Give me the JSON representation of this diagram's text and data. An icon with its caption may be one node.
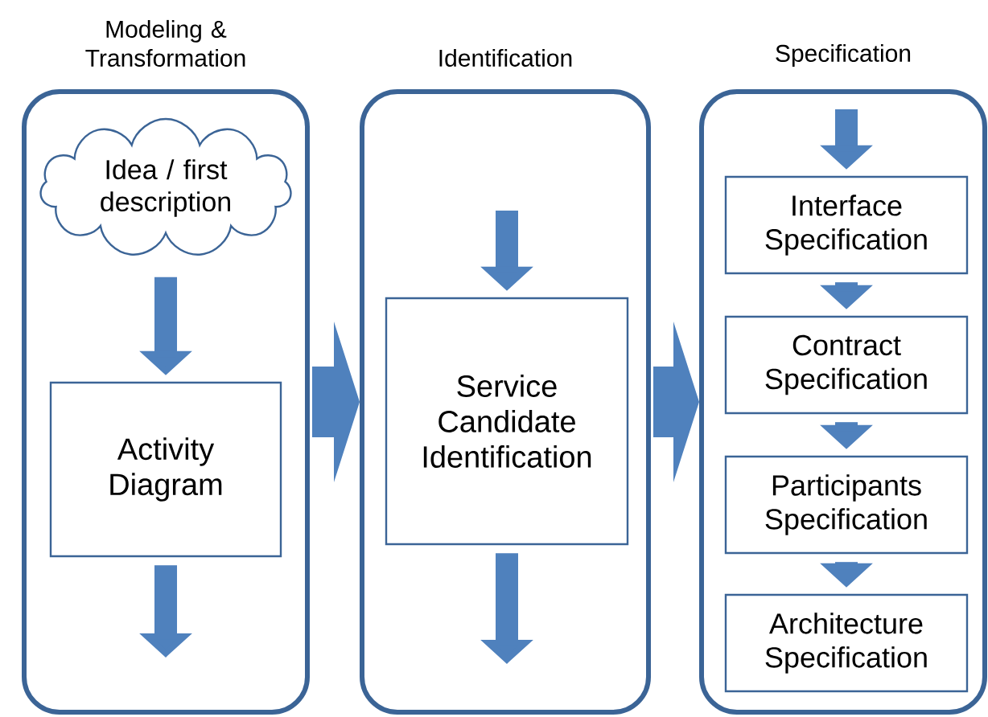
{
  "diagram": {
    "nodes": [
      {
        "text": [
          "Modeling & Transformation"
        ]
      },
      {
        "text": [
          "Idea / first description"
        ],
        "in": 0
      },
      {
        "text": [
          "Activity Diagram"
        ],
        "in": 0
      },
      {
        "text": [
          "Identification"
        ]
      },
      {
        "text": [
          "Service Candidate Identification"
        ],
        "in": 3
      },
      {
        "text": [
          "Specification"
        ]
      },
      {
        "text": [
          "Interface Specification"
        ],
        "in": 5
      },
      {
        "text": [
          "Contract Specification"
        ],
        "in": 5
      },
      {
        "text": [
          "Participants Specification"
        ],
        "in": 5
      },
      {
        "text": [
          "Architecture Specification"
        ],
        "in": 5
      }
    ],
    "edges": [
      {
        "from": 1,
        "to": 2,
        "arrow": "to"
      },
      {
        "from": 2,
        "to": null,
        "arrow": "to"
      },
      {
        "from": 0,
        "to": 3,
        "arrow": "to",
        "style": "thick"
      },
      {
        "from": null,
        "to": 4,
        "arrow": "to"
      },
      {
        "from": 4,
        "to": null,
        "arrow": "to"
      },
      {
        "from": 3,
        "to": 5,
        "arrow": "to",
        "style": "thick"
      },
      {
        "from": null,
        "to": 6,
        "arrow": "to"
      },
      {
        "from": 6,
        "to": 7,
        "arrow": "to"
      },
      {
        "from": 7,
        "to": 8,
        "arrow": "to"
      },
      {
        "from": 8,
        "to": 9,
        "arrow": "to"
      }
    ]
  }
}
